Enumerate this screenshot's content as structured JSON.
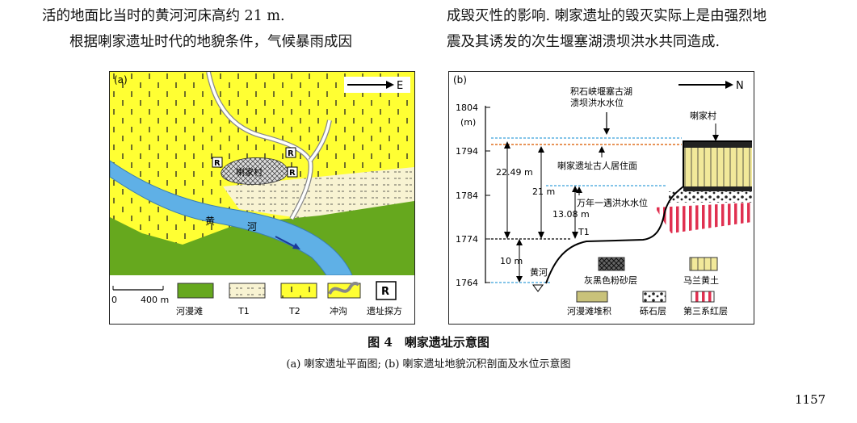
{
  "body_text": {
    "left_line1": "活的地面比当时的黄河河床高约 21 m.",
    "left_line2": "根据喇家遗址时代的地貌条件，气候暴雨成因",
    "right_line1": "成毁灭性的影响. 喇家遗址的毁灭实际上是由强烈地",
    "right_line2": "震及其诱发的次生堰塞湖溃坝洪水共同造成."
  },
  "figure": {
    "caption_title": "图 4　喇家遗址示意图",
    "caption_sub": "(a) 喇家遗址平面图; (b) 喇家遗址地貌沉积剖面及水位示意图"
  },
  "panel_a": {
    "label": "(a)",
    "direction": "E",
    "village": "喇家村",
    "site_marker": "R",
    "river_char1": "黄",
    "river_char2": "河",
    "scale_start": "0",
    "scale_end": "400 m",
    "legend": [
      "河漫滩",
      "T1",
      "T2",
      "冲沟",
      "遗址探方"
    ]
  },
  "panel_b": {
    "label": "(b)",
    "direction": "N",
    "unit": "(m)",
    "y_ticks": [
      "1804",
      "1794",
      "1784",
      "1774",
      "1764"
    ],
    "lake_label_1": "积石峡堰塞古湖",
    "lake_label_2": "溃坝洪水水位",
    "residence_label": "喇家遗址古人居住面",
    "flood_label": "万年一遇洪水水位",
    "village": "喇家村",
    "t1": "T1",
    "river": "黄河",
    "m_2249": "22.49 m",
    "m_21": "21 m",
    "m_1308": "13.08 m",
    "m_10": "10 m",
    "legend": [
      "灰黑色粉砂层",
      "马兰黄土",
      "河漫滩堆积",
      "砾石层",
      "第三系红层"
    ]
  },
  "page_number": "1157",
  "colors": {
    "yellow": "#ffff33",
    "green": "#66a81e",
    "river": "#5fb0e6",
    "floodplain": "#c9c27a",
    "red": "#e03050"
  }
}
